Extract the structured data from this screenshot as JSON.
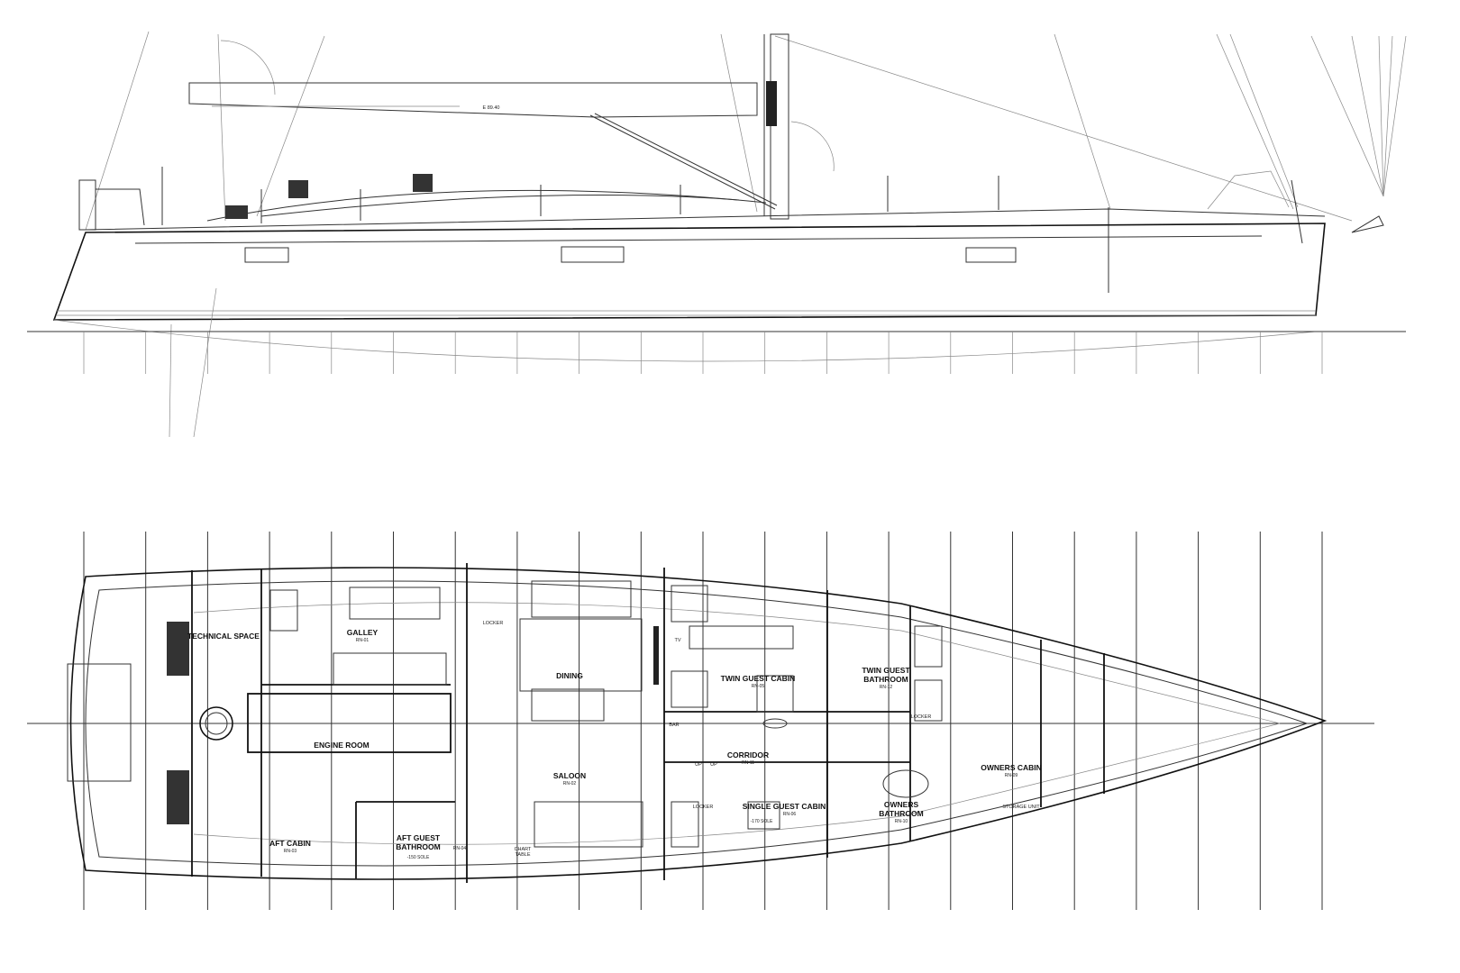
{
  "profile": {
    "boom_dimension": "E 89.40"
  },
  "plan": {
    "rooms": [
      {
        "name": "TECHNICAL SPACE",
        "code": ""
      },
      {
        "name": "GALLEY",
        "code": "RN-01"
      },
      {
        "name": "ENGINE ROOM",
        "code": ""
      },
      {
        "name": "DINING",
        "code": ""
      },
      {
        "name": "SALOON",
        "code": "RN-02"
      },
      {
        "name": "AFT CABIN",
        "code": "RN-03"
      },
      {
        "name": "AFT GUEST",
        "name2": "BATHROOM",
        "code": "RN-04",
        "note": "-150 SOLE"
      },
      {
        "name": "TWIN GUEST CABIN",
        "code": "RN-05"
      },
      {
        "name": "TWIN GUEST",
        "name2": "BATHROOM",
        "code": "RN-12"
      },
      {
        "name": "CORRIDOR",
        "code": "RN-11"
      },
      {
        "name": "SINGLE GUEST CABIN",
        "code": "RN-06",
        "note": "-170 SOLE"
      },
      {
        "name": "OWNERS",
        "name2": "BATHROOM",
        "code": "RN-10"
      },
      {
        "name": "OWNERS CABIN",
        "code": "RN-09"
      }
    ],
    "annotations": {
      "locker": "LOCKER",
      "chart_table_1": "CHART",
      "chart_table_2": "TABLE",
      "tv": "TV",
      "bar": "BAR",
      "up": "UP",
      "storage_unit": "STORAGE UNIT"
    }
  }
}
